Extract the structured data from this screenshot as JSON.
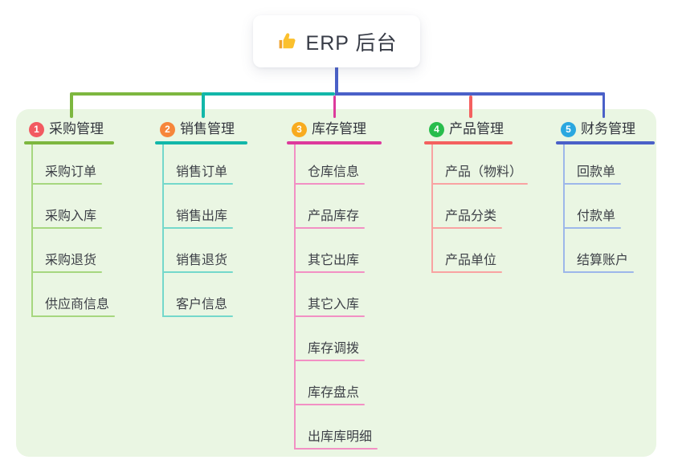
{
  "root": {
    "title": "ERP 后台",
    "icon": "thumbs-up-icon"
  },
  "palette": {
    "canvas_bg": "#ffffff",
    "panel_bg": "#eaf6e3",
    "card_bg": "#ffffff",
    "trunk_blue": "#4a60c8",
    "title_text": "#32353d",
    "child_text": "#3d4047",
    "thumb_yellow": "#fbc02d"
  },
  "branches": [
    {
      "id": "procurement",
      "badge": "1",
      "badge_color": "#f25a61",
      "title": "采购管理",
      "line_color": "#7db73f",
      "light_color": "#a6d77f",
      "children": [
        "采购订单",
        "采购入库",
        "采购退货",
        "供应商信息"
      ]
    },
    {
      "id": "sales",
      "badge": "2",
      "badge_color": "#f6863b",
      "title": "销售管理",
      "line_color": "#12b7a9",
      "light_color": "#74d8cb",
      "children": [
        "销售订单",
        "销售出库",
        "销售退货",
        "客户信息"
      ]
    },
    {
      "id": "inventory",
      "badge": "3",
      "badge_color": "#f8ab1f",
      "title": "库存管理",
      "line_color": "#dd3a9c",
      "light_color": "#f290c4",
      "children": [
        "仓库信息",
        "产品库存",
        "其它出库",
        "其它入库",
        "库存调拨",
        "库存盘点",
        "出库库明细"
      ]
    },
    {
      "id": "product",
      "badge": "4",
      "badge_color": "#28bd4c",
      "title": "产品管理",
      "line_color": "#f4605f",
      "light_color": "#f9a3a2",
      "children": [
        "产品（物料）",
        "产品分类",
        "产品单位"
      ]
    },
    {
      "id": "finance",
      "badge": "5",
      "badge_color": "#2aa7e0",
      "title": "财务管理",
      "line_color": "#4a60c8",
      "light_color": "#9db7ea",
      "children": [
        "回款单",
        "付款单",
        "结算账户"
      ]
    }
  ]
}
